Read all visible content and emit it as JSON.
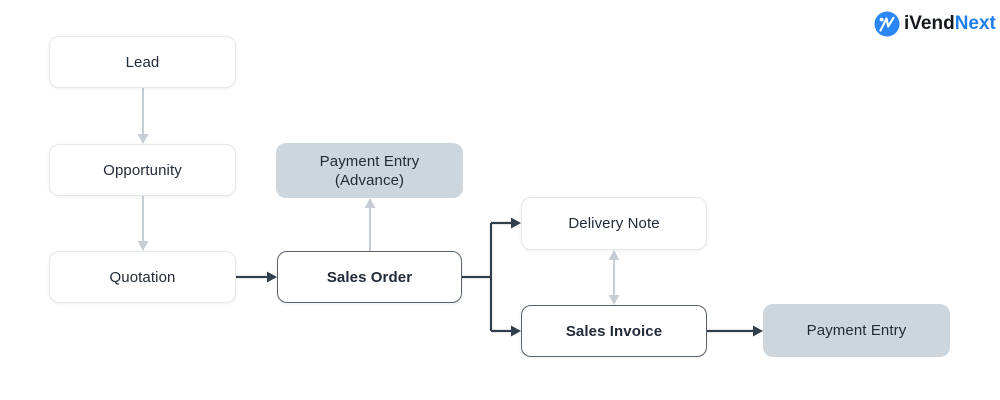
{
  "logo": {
    "brand_prefix": "iVend",
    "brand_suffix": "Next",
    "icon": "ivendnext-circle-logo",
    "colors": {
      "icon_blue": "#2b87f6",
      "prefix_dark": "#15191e",
      "suffix_blue": "#1f7ef0"
    }
  },
  "diagram": {
    "type": "flowchart",
    "nodes": [
      {
        "id": "lead",
        "label": "Lead",
        "style": "default"
      },
      {
        "id": "opportunity",
        "label": "Opportunity",
        "style": "default"
      },
      {
        "id": "quotation",
        "label": "Quotation",
        "style": "default"
      },
      {
        "id": "sales-order",
        "label": "Sales Order",
        "style": "emphasis"
      },
      {
        "id": "payment-entry-advance",
        "label": "Payment Entry",
        "sublabel": "(Advance)",
        "style": "filled"
      },
      {
        "id": "delivery-note",
        "label": "Delivery Note",
        "style": "default"
      },
      {
        "id": "sales-invoice",
        "label": "Sales Invoice",
        "style": "emphasis"
      },
      {
        "id": "payment-entry",
        "label": "Payment Entry",
        "style": "filled"
      }
    ],
    "edges": [
      {
        "from": "lead",
        "to": "opportunity",
        "style": "light-arrow-down"
      },
      {
        "from": "opportunity",
        "to": "quotation",
        "style": "light-arrow-down"
      },
      {
        "from": "quotation",
        "to": "sales-order",
        "style": "dark-arrow-right"
      },
      {
        "from": "sales-order",
        "to": "payment-entry-advance",
        "style": "light-arrow-up"
      },
      {
        "from": "sales-order",
        "to": "delivery-note",
        "style": "dark-elbow-arrow"
      },
      {
        "from": "sales-order",
        "to": "sales-invoice",
        "style": "dark-elbow-arrow"
      },
      {
        "from": "delivery-note",
        "to": "sales-invoice",
        "style": "light-double-arrow"
      },
      {
        "from": "sales-invoice",
        "to": "payment-entry",
        "style": "dark-arrow-right"
      }
    ],
    "colors": {
      "dark_line": "#333e4c",
      "light_line": "#c7cdd5",
      "node_fill_white": "#ffffff",
      "node_fill_gray": "#ced6dd",
      "node_border_light": "#e2e7ec",
      "node_border_dark": "#59626e",
      "text": "#222b38",
      "background": "#ffffff"
    }
  }
}
